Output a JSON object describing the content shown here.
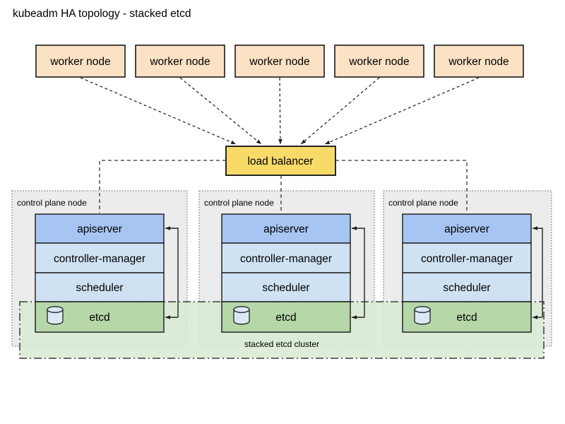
{
  "title": "kubeadm HA topology - stacked etcd",
  "workers": [
    "worker node",
    "worker node",
    "worker node",
    "worker node",
    "worker node"
  ],
  "load_balancer": {
    "label": "load balancer"
  },
  "control_planes": [
    {
      "label": "control plane node",
      "components": [
        "apiserver",
        "controller-manager",
        "scheduler",
        "etcd"
      ]
    },
    {
      "label": "control plane node",
      "components": [
        "apiserver",
        "controller-manager",
        "scheduler",
        "etcd"
      ]
    },
    {
      "label": "control plane node",
      "components": [
        "apiserver",
        "controller-manager",
        "scheduler",
        "etcd"
      ]
    }
  ],
  "etcd_cluster": {
    "label": "stacked etcd cluster"
  },
  "icons": {
    "etcd": "database-cylinder-icon"
  },
  "colors": {
    "worker_fill": "#fbe2c5",
    "load_balancer_fill": "#f8da69",
    "node_fill": "#ececec",
    "apiserver_fill": "#a7c5f2",
    "component_fill": "#cfe2f3",
    "etcd_fill": "#b6d7a8",
    "etcd_cluster_fill": "#d9ead3",
    "cylinder_fill": "#dbe9f6",
    "border": "#1a1a1a",
    "line": "#333333",
    "text": "#000000"
  }
}
